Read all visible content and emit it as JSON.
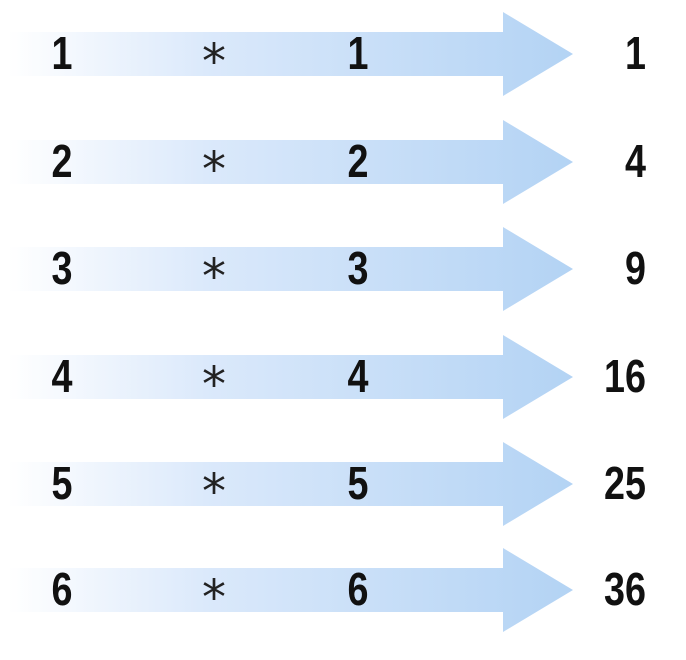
{
  "colors": {
    "arrow_light": "#f4f8fe",
    "arrow_dark": "#b3d3f4",
    "text": "#111111"
  },
  "operator_symbol": "*",
  "rows": [
    {
      "left": "1",
      "right": "1",
      "result": "1"
    },
    {
      "left": "2",
      "right": "2",
      "result": "4"
    },
    {
      "left": "3",
      "right": "3",
      "result": "9"
    },
    {
      "left": "4",
      "right": "4",
      "result": "16"
    },
    {
      "left": "5",
      "right": "5",
      "result": "25"
    },
    {
      "left": "6",
      "right": "6",
      "result": "36"
    }
  ]
}
